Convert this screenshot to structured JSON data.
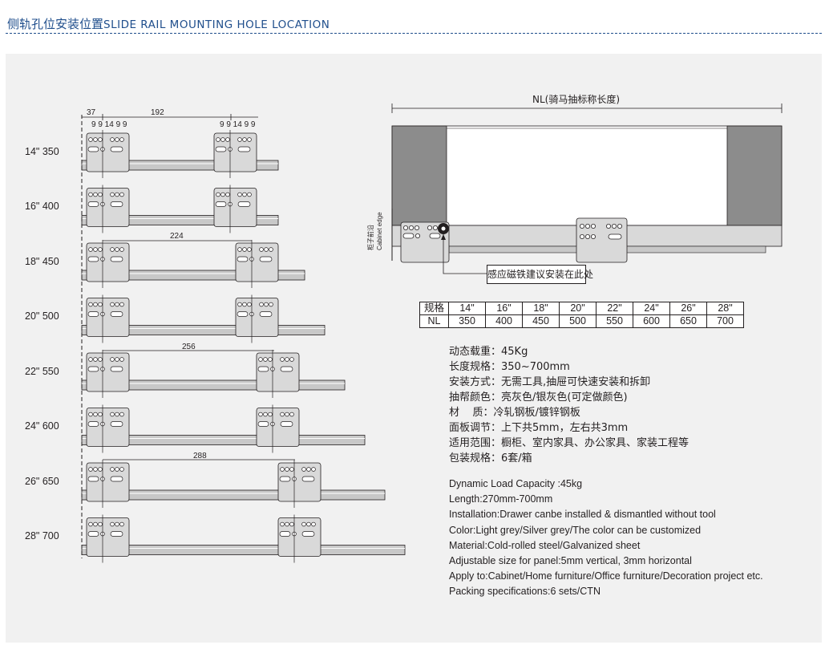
{
  "header": {
    "title_zh": "侧轨孔位安装位置",
    "title_en": "SLIDE RAIL MOUNTING HOLE LOCATION"
  },
  "rows": [
    {
      "label": "14\"  350"
    },
    {
      "label": "16\"  400"
    },
    {
      "label": "18\"  450"
    },
    {
      "label": "20\"  500"
    },
    {
      "label": "22\"  550"
    },
    {
      "label": "24\"  600"
    },
    {
      "label": "26\"  650"
    },
    {
      "label": "28\"  700"
    }
  ],
  "dimensions": {
    "offset": "37",
    "hole_spacing": "9 9 14 9 9",
    "d1": "192",
    "d2": "224",
    "d3": "256",
    "d4": "288"
  },
  "drawer": {
    "nl_label": "NL(骑马抽标称长度)",
    "edge_label_zh": "柜子前沿",
    "edge_label_en": "Cabinet edge",
    "callout": "感应磁铁建议安装在此处"
  },
  "spec_table": {
    "header": [
      "规格",
      "14\"",
      "16\"",
      "18\"",
      "20\"",
      "22\"",
      "24\"",
      "26\"",
      "28\""
    ],
    "row": [
      "NL",
      "350",
      "400",
      "450",
      "500",
      "550",
      "600",
      "650",
      "700"
    ]
  },
  "specs_zh": [
    "动态载重：45Kg",
    "长度规格：350~700mm",
    "安装方式：无需工具,抽屉可快速安装和拆卸",
    "抽帮颜色：亮灰色/银灰色(可定做颜色)",
    "材    质：冷轧钢板/镀锌钢板",
    "面板调节：上下共5mm，左右共3mm",
    "适用范围：橱柜、室内家具、办公家具、家装工程等",
    "包装规格：6套/箱"
  ],
  "specs_en": [
    "Dynamic Load Capacity :45kg",
    "Length:270mm-700mm",
    "Installation:Drawer canbe installed & dismantled without tool",
    "Color:Light grey/Silver grey/The color can be customized",
    "Material:Cold-rolled steel/Galvanized sheet",
    "Adjustable size for panel:5mm vertical, 3mm horizontal",
    "Apply to:Cabinet/Home furniture/Office furniture/Decoration project etc.",
    "Packing specifications:6 sets/CTN"
  ],
  "colors": {
    "header": "#1f4e8c",
    "panel_bg": "#f1f1f1",
    "bracket": "#d9d9d9",
    "rail": "#c8c8c8",
    "drawer_side": "#8c8c8c"
  }
}
